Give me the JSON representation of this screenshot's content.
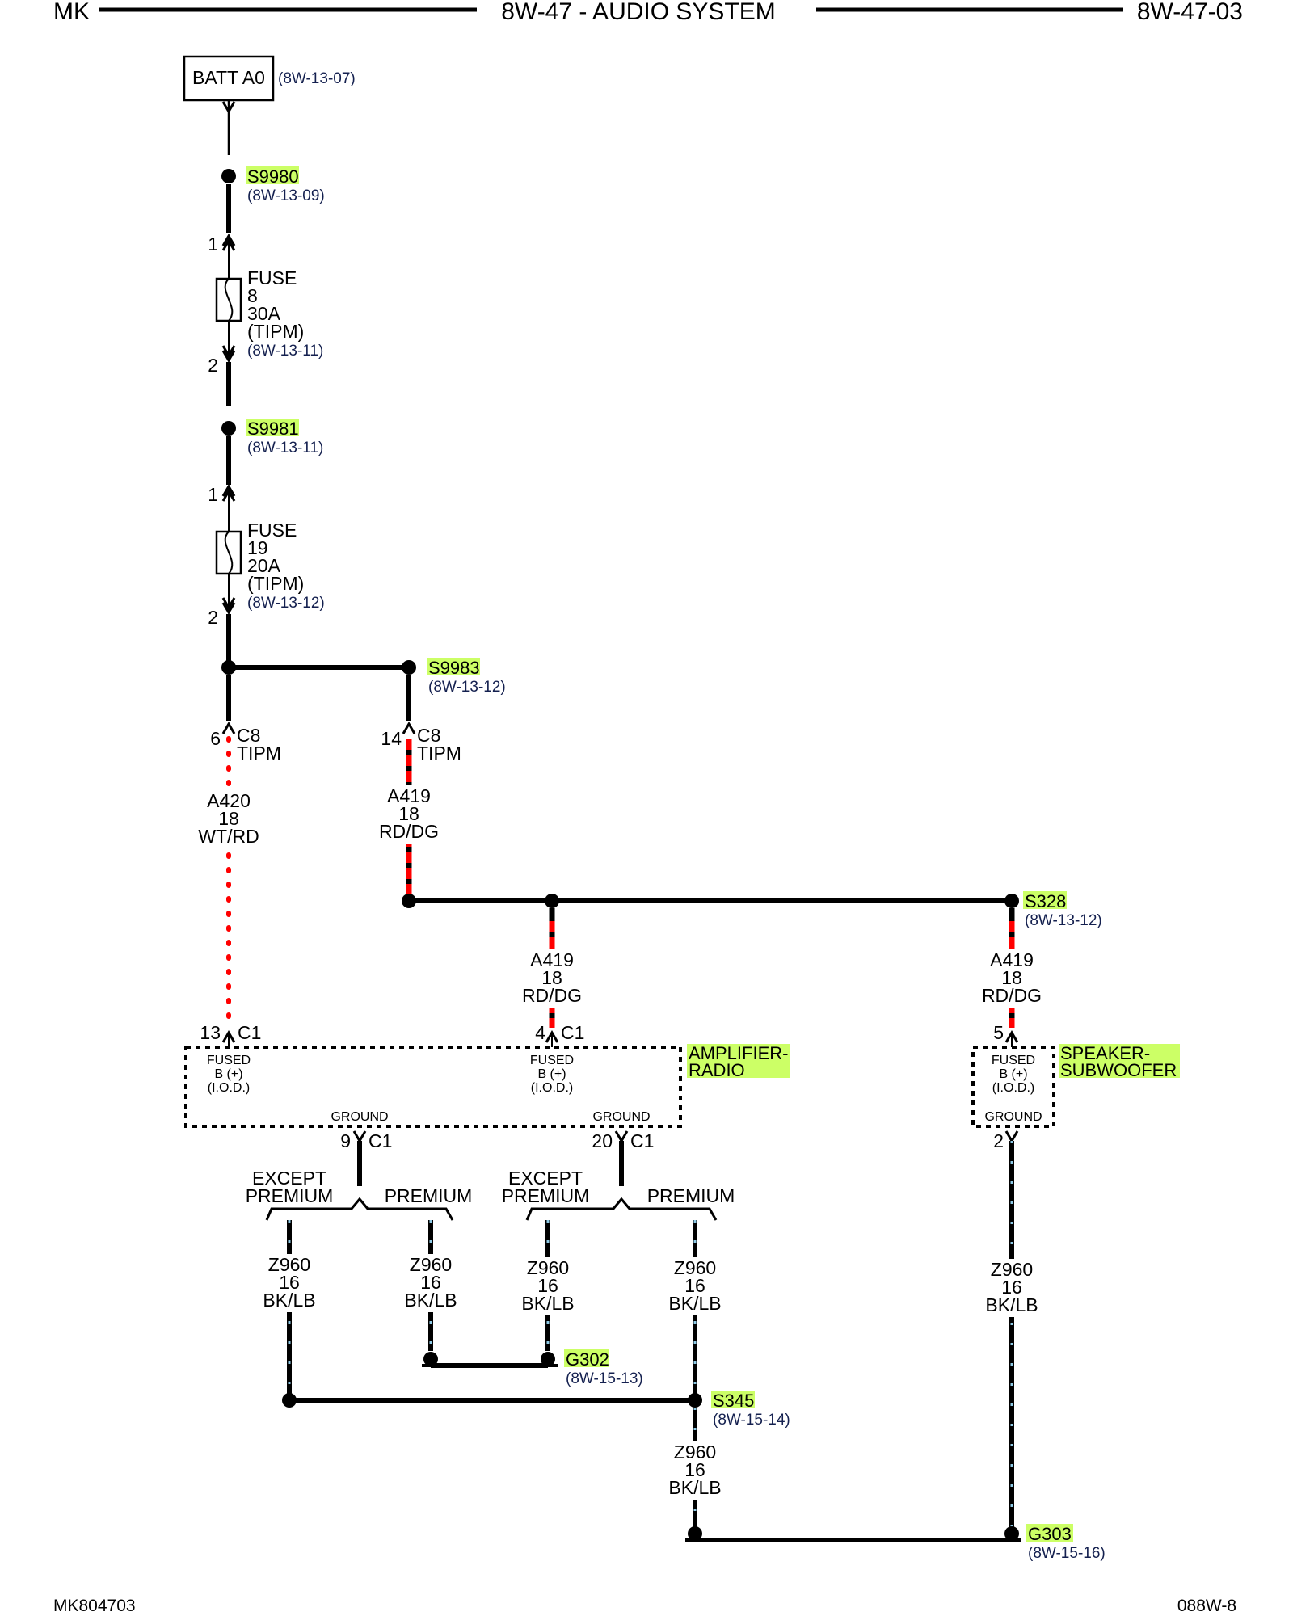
{
  "header": {
    "left": "MK",
    "center": "8W-47 - AUDIO SYSTEM",
    "right": "8W-47-03"
  },
  "footer": {
    "left": "MK804703",
    "right": "088W-8"
  },
  "source": {
    "name": "BATT A0",
    "ref": "(8W-13-07)"
  },
  "splices": {
    "s9980": {
      "id": "S9980",
      "ref": "(8W-13-09)"
    },
    "s9981": {
      "id": "S9981",
      "ref": "(8W-13-11)"
    },
    "s9983": {
      "id": "S9983",
      "ref": "(8W-13-12)"
    },
    "s328": {
      "id": "S328",
      "ref": "(8W-13-12)"
    },
    "s345": {
      "id": "S345",
      "ref": "(8W-15-14)"
    }
  },
  "grounds": {
    "g302": {
      "id": "G302",
      "ref": "(8W-15-13)"
    },
    "g303": {
      "id": "G303",
      "ref": "(8W-15-16)"
    }
  },
  "fuses": {
    "f8": {
      "title": "FUSE",
      "number": "8",
      "rating": "30A",
      "location": "(TIPM)",
      "ref": "(8W-13-11)",
      "pin_in": "1",
      "pin_out": "2"
    },
    "f19": {
      "title": "FUSE",
      "number": "19",
      "rating": "20A",
      "location": "(TIPM)",
      "ref": "(8W-13-12)",
      "pin_in": "1",
      "pin_out": "2"
    }
  },
  "connectors": {
    "tipm_a": {
      "pin": "6",
      "conn": "C8",
      "name": "TIPM"
    },
    "tipm_b": {
      "pin": "14",
      "conn": "C8",
      "name": "TIPM"
    },
    "amp_fused_1": {
      "pin": "13",
      "conn": "C1"
    },
    "amp_fused_2": {
      "pin": "4",
      "conn": "C1"
    },
    "amp_gnd_1": {
      "pin": "9",
      "conn": "C1"
    },
    "amp_gnd_2": {
      "pin": "20",
      "conn": "C1"
    },
    "sub_fused": {
      "pin": "5"
    },
    "sub_gnd": {
      "pin": "2"
    }
  },
  "wires": {
    "a420": {
      "circuit": "A420",
      "gauge": "18",
      "color": "WT/RD"
    },
    "a419_1": {
      "circuit": "A419",
      "gauge": "18",
      "color": "RD/DG"
    },
    "a419_2": {
      "circuit": "A419",
      "gauge": "18",
      "color": "RD/DG"
    },
    "a419_3": {
      "circuit": "A419",
      "gauge": "18",
      "color": "RD/DG"
    },
    "z960_1": {
      "circuit": "Z960",
      "gauge": "16",
      "color": "BK/LB"
    },
    "z960_2": {
      "circuit": "Z960",
      "gauge": "16",
      "color": "BK/LB"
    },
    "z960_3": {
      "circuit": "Z960",
      "gauge": "16",
      "color": "BK/LB"
    },
    "z960_4": {
      "circuit": "Z960",
      "gauge": "16",
      "color": "BK/LB"
    },
    "z960_5": {
      "circuit": "Z960",
      "gauge": "16",
      "color": "BK/LB"
    },
    "z960_6": {
      "circuit": "Z960",
      "gauge": "16",
      "color": "BK/LB"
    }
  },
  "components": {
    "amplifier": {
      "name_line1": "AMPLIFIER-",
      "name_line2": "RADIO",
      "fused_line1": "FUSED",
      "fused_line2": "B (+)",
      "fused_line3": "(I.O.D.)",
      "ground": "GROUND"
    },
    "subwoofer": {
      "name_line1": "SPEAKER-",
      "name_line2": "SUBWOOFER",
      "fused_line1": "FUSED",
      "fused_line2": "B (+)",
      "fused_line3": "(I.O.D.)",
      "ground": "GROUND"
    }
  },
  "options": {
    "except_line1": "EXCEPT",
    "except_line2": "PREMIUM",
    "premium": "PREMIUM"
  },
  "colors": {
    "highlight": "#ccff66",
    "red_stripe": "#ff0000",
    "light_blue_stripe": "#8ecae6",
    "dark_green_stripe": "#006400",
    "ref_text": "#14204f"
  }
}
